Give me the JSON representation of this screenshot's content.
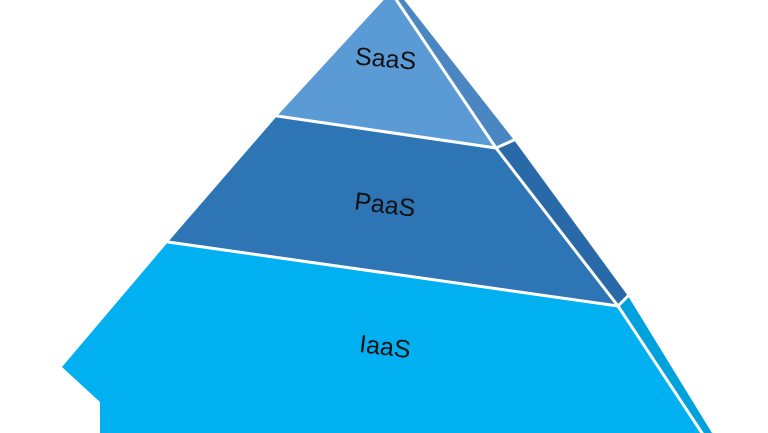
{
  "diagram": {
    "layers": [
      {
        "id": "saas",
        "label": "SaaS",
        "front_color": "#5b9bd5",
        "side_color": "#4a86c2"
      },
      {
        "id": "paas",
        "label": "PaaS",
        "front_color": "#2e75b6",
        "side_color": "#2a69a8"
      },
      {
        "id": "iaas",
        "label": "IaaS",
        "front_color": "#00b0f0",
        "side_color": "#00a2de"
      }
    ],
    "divider_color": "#ffffff"
  }
}
